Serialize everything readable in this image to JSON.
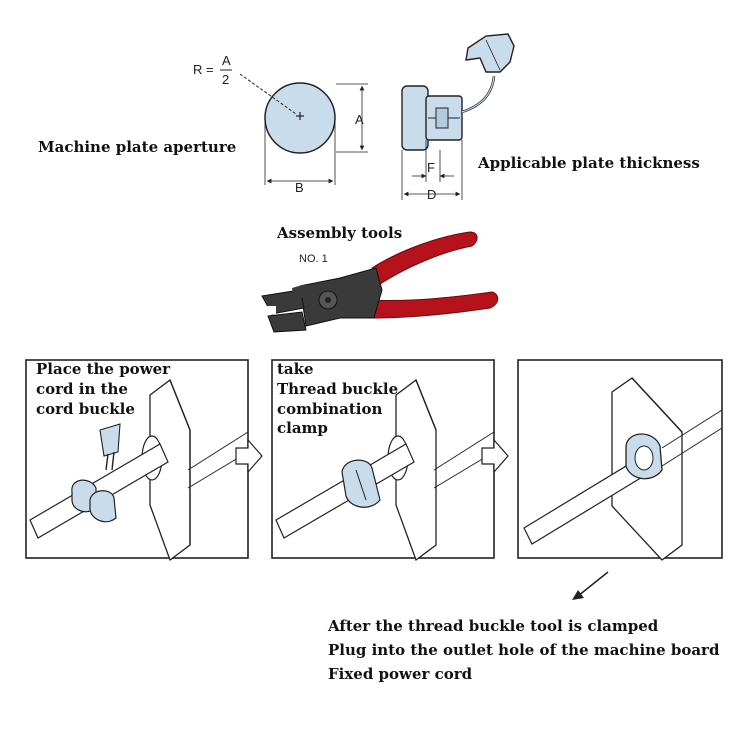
{
  "labels": {
    "aperture": "Machine plate aperture",
    "thickness": "Applicable plate thickness",
    "tools": "Assembly tools",
    "tool_no": "NO. 1"
  },
  "dims": {
    "radius_prefix": "R =",
    "radius_num": "A",
    "radius_den": "2",
    "a": "A",
    "b": "B",
    "d": "D",
    "f": "F"
  },
  "steps": [
    {
      "lines": [
        "Place the power",
        "cord in the",
        "cord buckle"
      ]
    },
    {
      "lines": [
        "take",
        "Thread buckle",
        "combination",
        "clamp"
      ]
    },
    {
      "lines": []
    }
  ],
  "note": {
    "lines": [
      "After the thread buckle tool is clamped",
      "Plug into the outlet hole of the machine board",
      "Fixed power cord"
    ]
  },
  "colors": {
    "part_fill": "#c8dcec",
    "handle_red": "#b5121b",
    "metal": "#3a3a3a"
  }
}
